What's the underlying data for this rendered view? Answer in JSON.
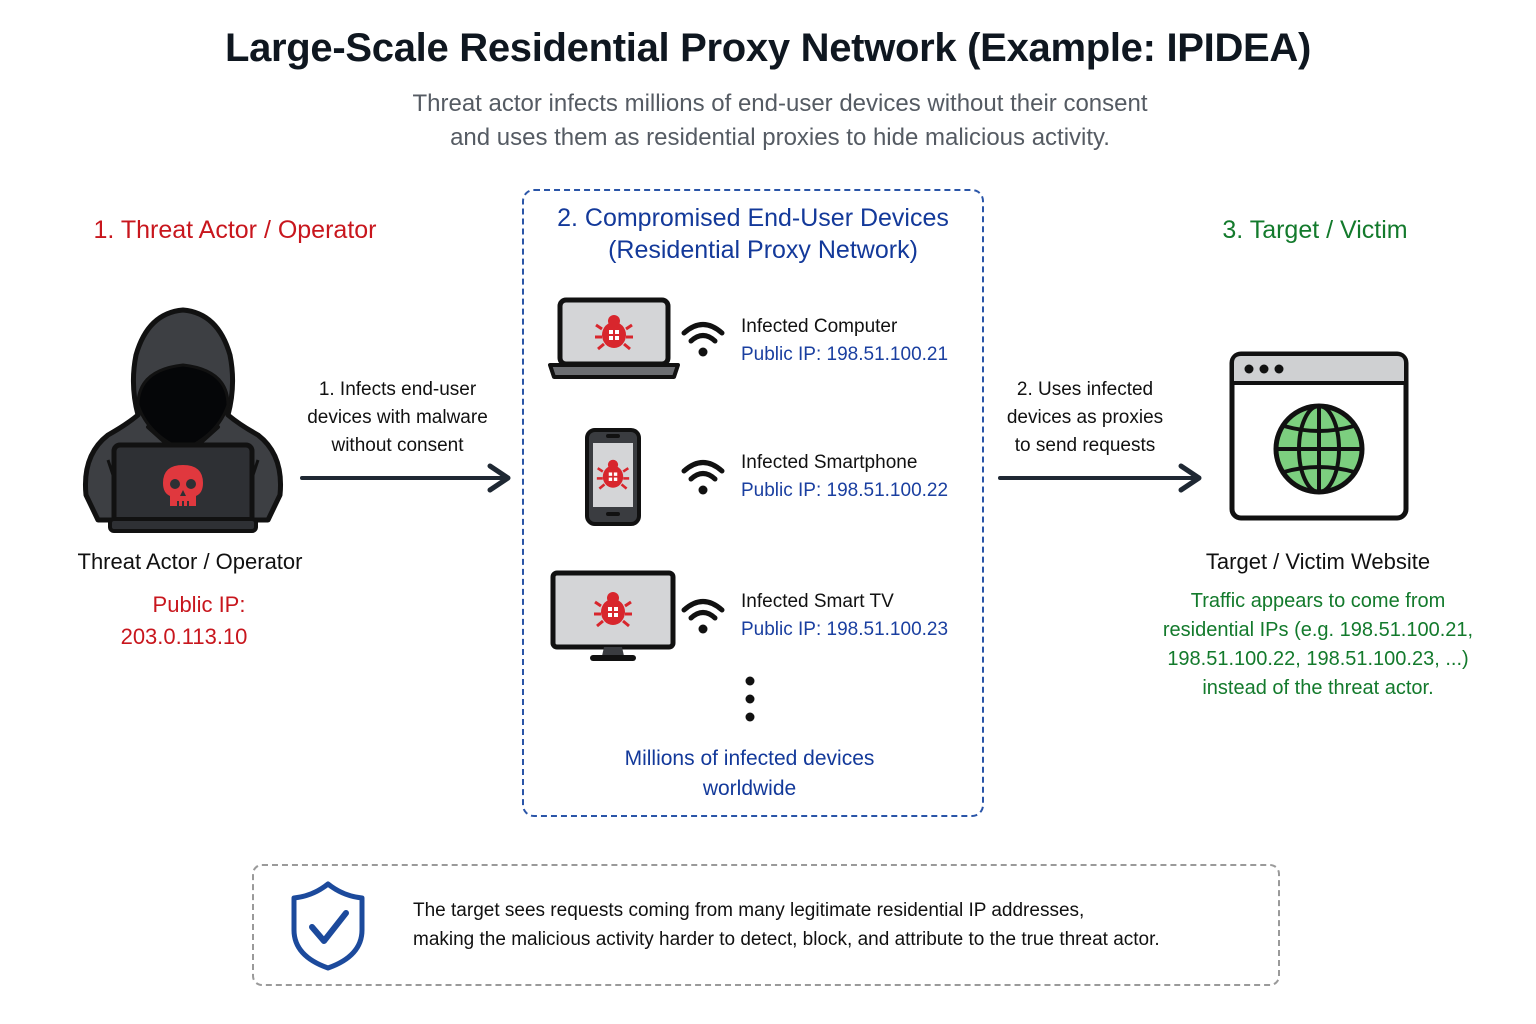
{
  "title": "Large-Scale Residential Proxy Network (Example: IPIDEA)",
  "subtitle": [
    "Threat actor infects millions of end-user devices without their consent",
    "and uses them as residential proxies to hide malicious activity."
  ],
  "colors": {
    "threat_red": "#c8161d",
    "proxy_blue": "#13399a",
    "target_green": "#137a2c",
    "arrow": "#1f2833"
  },
  "sections": {
    "threat_actor": {
      "heading": "1. Threat Actor / Operator",
      "icon": "hooded-hacker-with-skull-laptop-icon",
      "label": "Threat Actor / Operator",
      "ip_label": "Public IP:",
      "ip": "203.0.113.10"
    },
    "proxy_network": {
      "heading_line1": "2. Compromised End-User Devices",
      "heading_line2": "(Residential Proxy Network)",
      "devices": [
        {
          "icon": "infected-laptop-icon",
          "name": "Infected Computer",
          "ip": "Public IP: 198.51.100.21"
        },
        {
          "icon": "infected-smartphone-icon",
          "name": "Infected Smartphone",
          "ip": "Public IP: 198.51.100.22"
        },
        {
          "icon": "infected-smart-tv-icon",
          "name": "Infected Smart TV",
          "ip": "Public IP: 198.51.100.23"
        }
      ],
      "more_icon": "vertical-ellipsis-icon",
      "footer_line1": "Millions of infected devices",
      "footer_line2": "worldwide"
    },
    "target": {
      "heading": "3. Target / Victim",
      "icon": "browser-globe-icon",
      "label": "Target / Victim Website",
      "note": [
        "Traffic appears to come from",
        "residential IPs (e.g. 198.51.100.21,",
        "198.51.100.22, 198.51.100.23, ...)",
        "instead of the threat actor."
      ]
    }
  },
  "arrows": [
    {
      "lines": [
        "1. Infects end-user",
        "devices with malware",
        "without consent"
      ]
    },
    {
      "lines": [
        "2. Uses infected",
        "devices as proxies",
        "to send requests"
      ]
    }
  ],
  "note": {
    "icon": "shield-check-icon",
    "lines": [
      "The target sees requests coming from many legitimate residential IP addresses,",
      "making the malicious activity harder to detect, block, and attribute to the true threat actor."
    ]
  }
}
